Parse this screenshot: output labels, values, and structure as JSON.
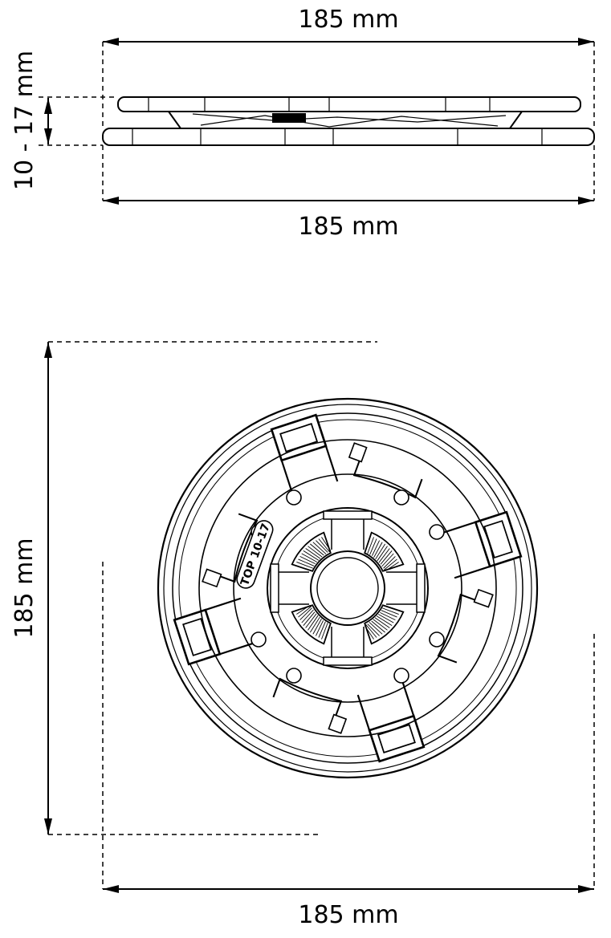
{
  "side_view": {
    "width_top_label": "185 mm",
    "width_bottom_label": "185 mm",
    "height_label": "10 - 17 mm"
  },
  "top_view": {
    "height_label": "185 mm",
    "width_label": "185 mm",
    "part_marking": "TOP 10-17"
  },
  "colors": {
    "line": "#000000",
    "background": "#ffffff"
  }
}
